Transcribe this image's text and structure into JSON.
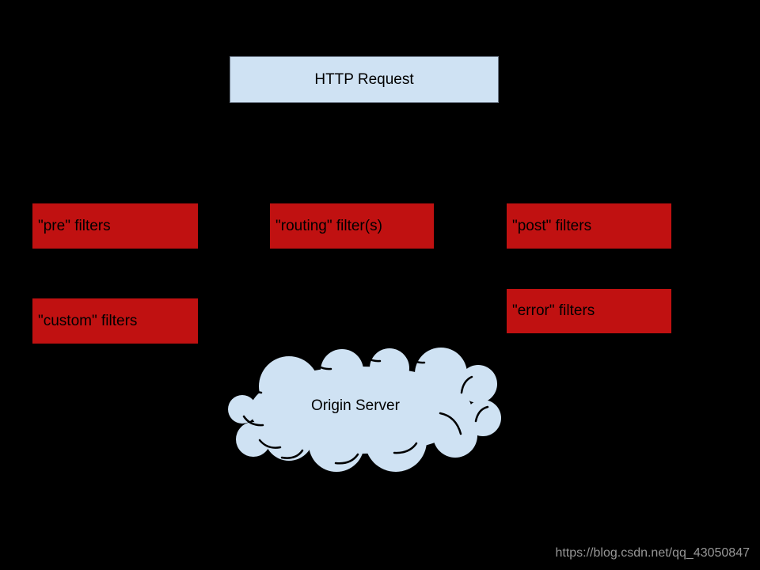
{
  "diagram": {
    "request_box": {
      "label": "HTTP Request"
    },
    "filters": [
      {
        "id": "pre",
        "label": "\"pre\" filters"
      },
      {
        "id": "routing",
        "label": "\"routing\" filter(s)"
      },
      {
        "id": "post",
        "label": "\"post\" filters"
      },
      {
        "id": "custom",
        "label": "\"custom\" filters"
      },
      {
        "id": "error",
        "label": "\"error\" filters"
      }
    ],
    "origin_server": {
      "label": "Origin Server"
    },
    "watermark": {
      "text": "https://blog.csdn.net/qq_43050847"
    },
    "colors": {
      "background": "#000000",
      "filter_box_fill": "#c01111",
      "request_box_fill": "#cfe2f3",
      "request_box_border": "#6b7685",
      "cloud_fill": "#cfe2f3",
      "cloud_outline": "#000000",
      "text": "#000000",
      "watermark_text": "#969696"
    }
  }
}
